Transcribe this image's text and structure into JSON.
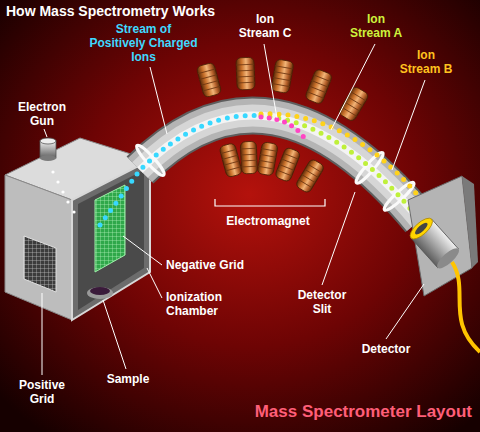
{
  "diagram": {
    "title": "How Mass Spectrometry Works",
    "caption": "Mass Spectrometer Layout",
    "labels": [
      "Stream of Positively Charged Ions",
      "Ion Stream C",
      "Ion Stream A",
      "Ion Stream B",
      "Electron Gun",
      "Electromagnet",
      "Negative Grid",
      "Ionization Chamber",
      "Detector Slit",
      "Detector",
      "Positive Grid",
      "Sample"
    ]
  }
}
